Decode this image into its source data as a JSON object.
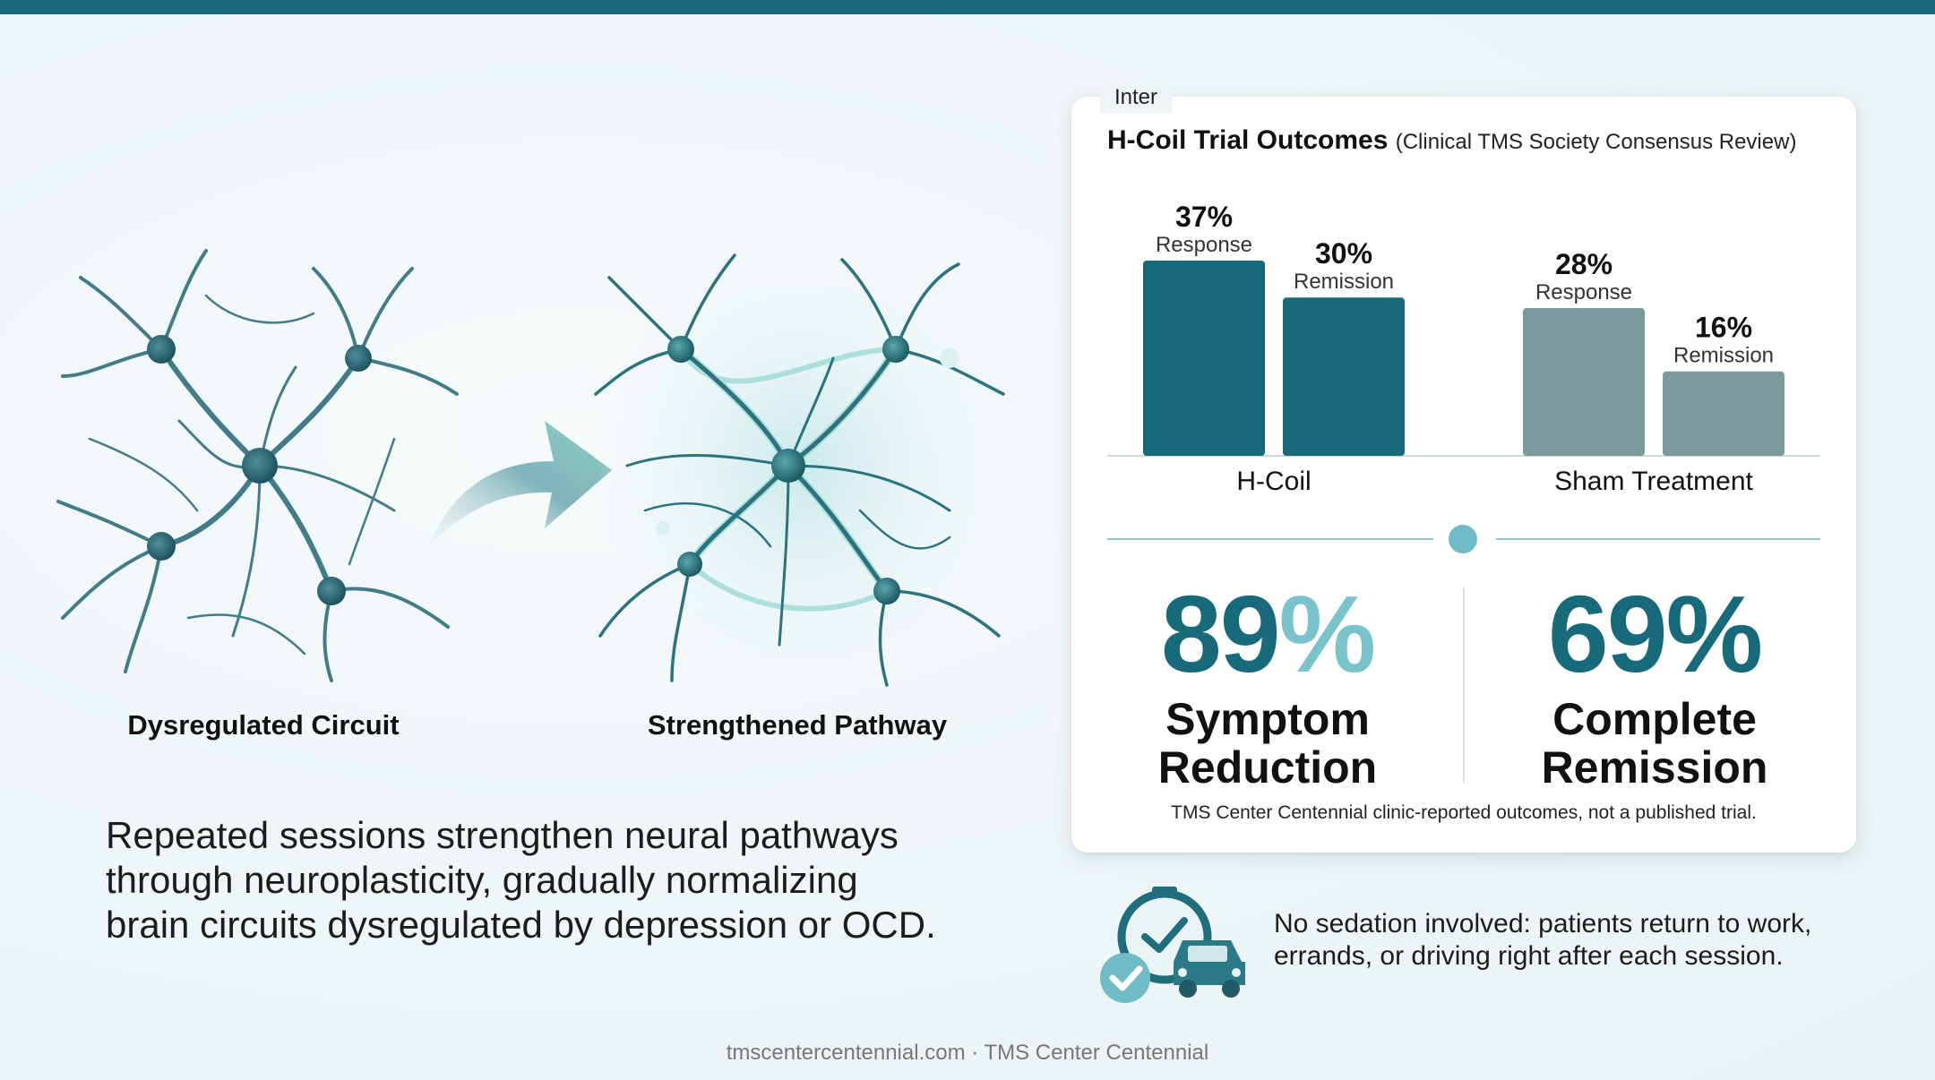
{
  "left_panel": {
    "caption_left": "Dysregulated Circuit",
    "caption_right": "Strengthened Pathway",
    "description_lines": [
      "Repeated sessions strengthen neural pathways",
      "through neuroplasticity, gradually normalizing",
      "brain circuits dysregulated by depression or OCD."
    ]
  },
  "card": {
    "tab_label": "Inter",
    "title_main": "H-Coil Trial Outcomes",
    "title_sub": "(Clinical TMS Society Consensus Review)"
  },
  "chart_data": {
    "type": "bar",
    "title": "H-Coil Trial Outcomes (Clinical TMS Society Consensus Review)",
    "categories": [
      "H-Coil",
      "Sham Treatment"
    ],
    "series": [
      {
        "name": "Response",
        "values": [
          37,
          28
        ]
      },
      {
        "name": "Remission",
        "values": [
          30,
          16
        ]
      }
    ],
    "unit": "%",
    "ylim": [
      0,
      37
    ],
    "grid": false,
    "colors": {
      "h_coil": "#176a7a",
      "sham": "#7a9a9e"
    }
  },
  "stats": {
    "left": {
      "number": "89",
      "pct": "%",
      "line1": "Symptom",
      "line2": "Reduction"
    },
    "right": {
      "number": "69",
      "pct": "%",
      "line1": "Complete",
      "line2": "Remission"
    },
    "footnote": "TMS Center Centennial clinic-reported outcomes, not a published trial."
  },
  "no_sedation": {
    "icon": "clock-car-check-icon",
    "line1": "No sedation involved: patients return to work,",
    "line2": "errands, or driving right after each session."
  },
  "footer": {
    "text": "tmscentercentennial.com · TMS Center Centennial"
  },
  "colors": {
    "accent": "#176a7a",
    "accent_light": "#79c3cb",
    "sham": "#7a9a9e"
  }
}
